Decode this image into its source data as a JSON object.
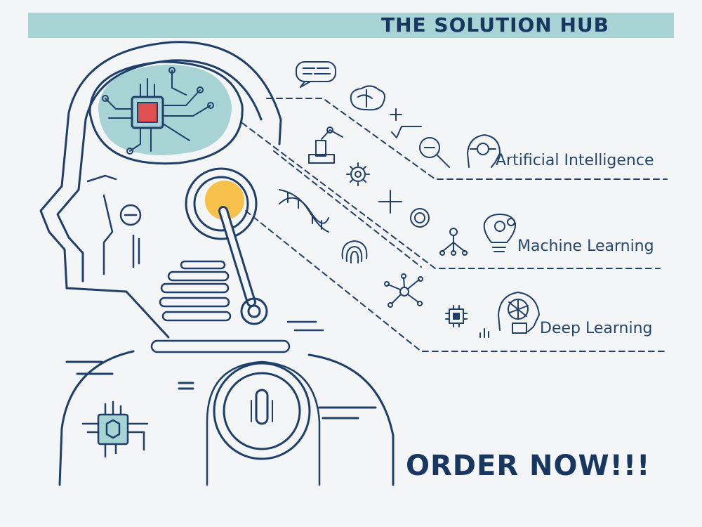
{
  "banner": {
    "title": "THE SOLUTION HUB"
  },
  "categories": [
    {
      "label": "Artificial Intelligence",
      "icon": "ai-head-icon"
    },
    {
      "label": "Machine Learning",
      "icon": "gear-bulb-icon"
    },
    {
      "label": "Deep Learning",
      "icon": "neural-head-icon"
    }
  ],
  "cta": {
    "label": "ORDER NOW!!!"
  },
  "colors": {
    "navy": "#183760",
    "teal": "#a7d3d5",
    "red_chip": "#e05050",
    "yellow": "#f6c04a",
    "background": "#f4f5f6"
  }
}
